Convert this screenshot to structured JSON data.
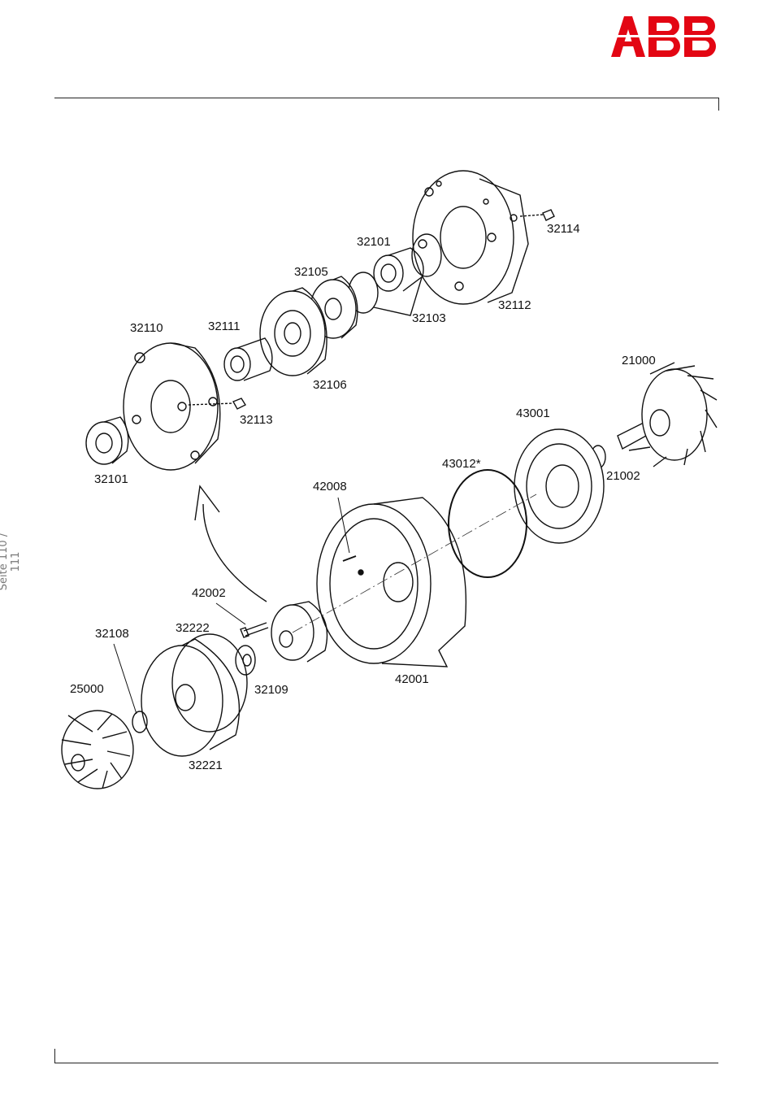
{
  "header": {
    "logo_text": "ABB",
    "logo_color": "#e30613"
  },
  "footer": {
    "page_label": "Seite 110 / 111"
  },
  "parts": [
    {
      "id": "32114",
      "label": "32114"
    },
    {
      "id": "32101a",
      "label": "32101"
    },
    {
      "id": "32105",
      "label": "32105"
    },
    {
      "id": "32112",
      "label": "32112"
    },
    {
      "id": "32103",
      "label": "32103"
    },
    {
      "id": "32110",
      "label": "32110"
    },
    {
      "id": "32111",
      "label": "32111"
    },
    {
      "id": "32106",
      "label": "32106"
    },
    {
      "id": "32113",
      "label": "32113"
    },
    {
      "id": "21000",
      "label": "21000"
    },
    {
      "id": "43001",
      "label": "43001"
    },
    {
      "id": "21002",
      "label": "21002"
    },
    {
      "id": "43012",
      "label": "43012*"
    },
    {
      "id": "32101b",
      "label": "32101"
    },
    {
      "id": "42008",
      "label": "42008"
    },
    {
      "id": "42002",
      "label": "42002"
    },
    {
      "id": "32222",
      "label": "32222"
    },
    {
      "id": "32108",
      "label": "32108"
    },
    {
      "id": "32109",
      "label": "32109"
    },
    {
      "id": "42001",
      "label": "42001"
    },
    {
      "id": "25000",
      "label": "25000"
    },
    {
      "id": "32221",
      "label": "32221"
    }
  ]
}
